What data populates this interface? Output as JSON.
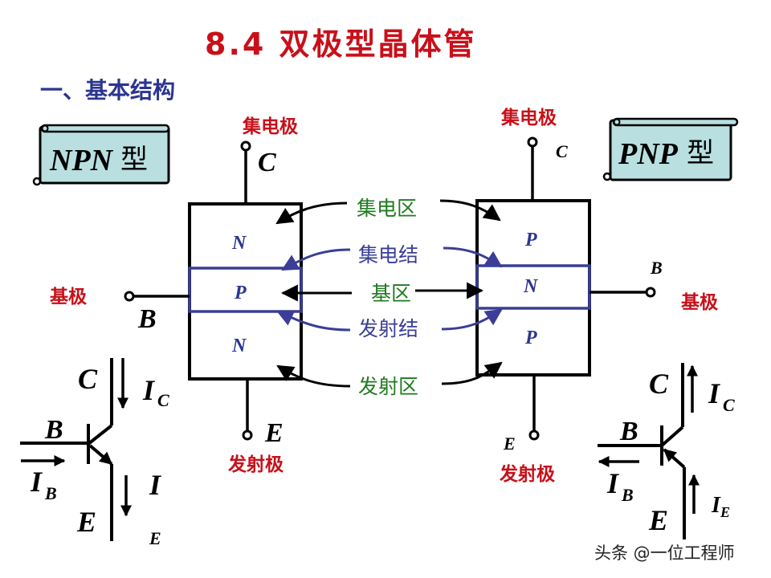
{
  "title": "8.4 双极型晶体管",
  "section_heading": "一、基本结构",
  "colors": {
    "title": "#c8101a",
    "section": "#2b3590",
    "terminal_label": "#c8101a",
    "region_label": "#1f7a1f",
    "junction_label": "#3a3e96",
    "scroll_fill": "#b9dfe0",
    "junction_box": "#3a3e96"
  },
  "npn": {
    "type_label_latin": "NPN",
    "type_label_cjk": "型",
    "collector_name": "集电极",
    "emitter_name": "发射极",
    "base_name": "基极",
    "collector_letter": "C",
    "emitter_letter": "E",
    "base_letter": "B",
    "regions": [
      "N",
      "P",
      "N"
    ],
    "symbol": {
      "c": "C",
      "b": "B",
      "e": "E",
      "ic": "I",
      "ic_sub": "C",
      "ib": "I",
      "ib_sub": "B",
      "ie": "I",
      "ie_sub": "E",
      "current_directions": {
        "ic": "down",
        "ib": "right",
        "ie": "down"
      }
    }
  },
  "pnp": {
    "type_label_latin": "PNP",
    "type_label_cjk": "型",
    "collector_name": "集电极",
    "emitter_name": "发射极",
    "base_name": "基极",
    "collector_letter": "C",
    "emitter_letter": "E",
    "base_letter": "B",
    "regions": [
      "P",
      "N",
      "P"
    ],
    "symbol": {
      "c": "C",
      "b": "B",
      "e": "E",
      "ic": "I",
      "ic_sub": "C",
      "ib": "I",
      "ib_sub": "B",
      "ie": "I",
      "ie_sub": "E",
      "current_directions": {
        "ic": "up",
        "ib": "left",
        "ie": "up"
      }
    }
  },
  "center_labels": {
    "collector_region": "集电区",
    "collector_junction": "集电结",
    "base_region": "基区",
    "emitter_junction": "发射结",
    "emitter_region": "发射区"
  },
  "watermark": "头条 @一位工程师"
}
